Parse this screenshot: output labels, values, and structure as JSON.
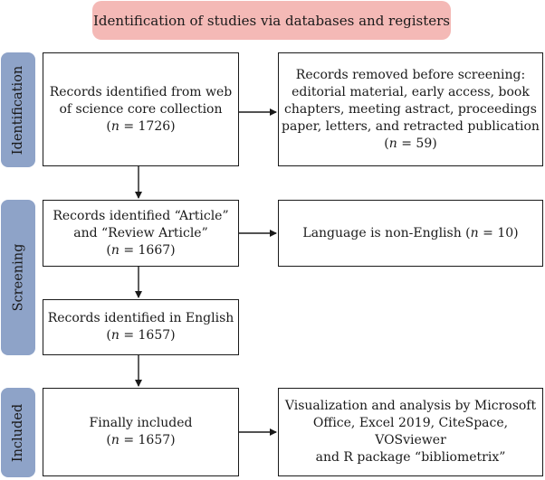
{
  "header": {
    "title": "Identification of studies via databases and registers"
  },
  "phases": {
    "identification": "Identification",
    "screening": "Screening",
    "included": "Included"
  },
  "boxes": {
    "records_identified": {
      "line1": "Records identified from web",
      "line2": "of science core collection",
      "n_symbol": "n",
      "n_value": " = 1726)"
    },
    "records_removed": {
      "line1": "Records removed before screening:",
      "line2": "editorial material, early access, book",
      "line3": "chapters, meeting astract, proceedings",
      "line4": "paper, letters, and retracted publication",
      "n_symbol": "n",
      "n_value": " = 59)"
    },
    "article_review": {
      "line1": "Records identified “Article”",
      "line2": "and “Review Article”",
      "n_symbol": "n",
      "n_value": " = 1667)"
    },
    "non_english": {
      "line1": "Language is non-English (",
      "n_symbol": "n",
      "n_value": " = 10)"
    },
    "english": {
      "line1": "Records identified in English",
      "n_symbol": "n",
      "n_value": " = 1657)"
    },
    "final": {
      "line1": "Finally included",
      "n_symbol": "n",
      "n_value": " = 1657)"
    },
    "visualization": {
      "line1": "Visualization and analysis by Microsoft",
      "line2": "Office, Excel 2019, CiteSpace, VOSviewer",
      "line3": "and R package “bibliometrix”"
    }
  },
  "colors": {
    "header_fill": "#f4b9b6",
    "phase_fill": "#8ea3c8",
    "stroke": "#1a1a1a"
  }
}
